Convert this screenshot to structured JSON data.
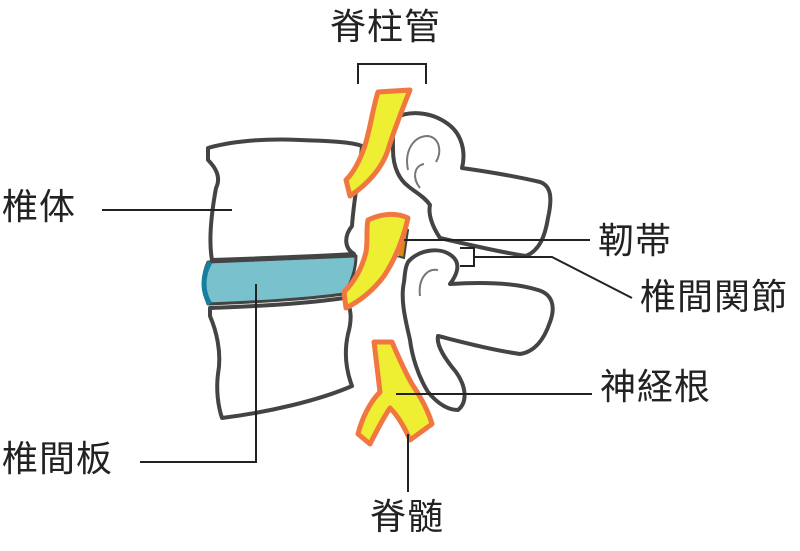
{
  "colors": {
    "bone_fill": "#ffffff",
    "outline": "#444444",
    "disc": "#79c2cd",
    "disc_edge": "#177ea0",
    "nerve": "#eeee33",
    "nerve_edge": "#f07840",
    "ligament": "#e0880c",
    "leader_line": "#222222"
  },
  "labels": {
    "spinal_canal": "脊柱管",
    "vertebral_body": "椎体",
    "ligament": "靭帯",
    "facet_joint": "椎間関節",
    "nerve_root": "神経根",
    "disc": "椎間板",
    "spinal_cord": "脊髄"
  }
}
